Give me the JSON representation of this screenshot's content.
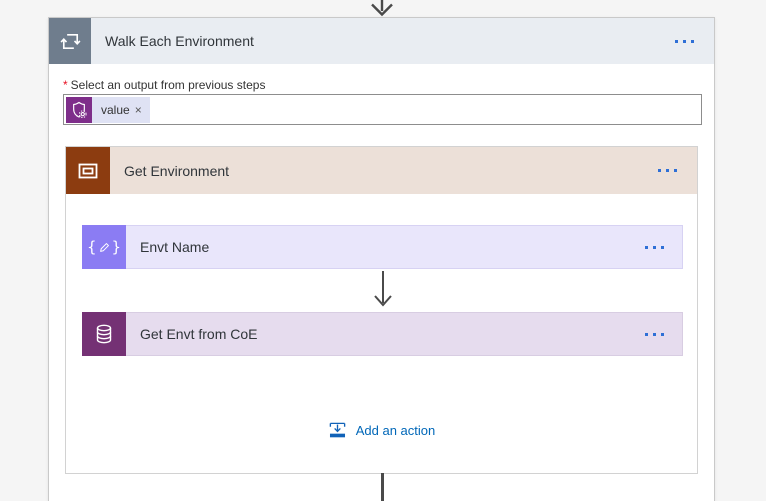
{
  "page": {
    "background": "#f5f5f5",
    "connector_color": "#4a4a4a"
  },
  "loop_card": {
    "title": "Walk Each Environment",
    "icon": "loop-icon",
    "icon_bg": "#6f7d8d",
    "header_bg": "#e9edf2",
    "menu_icon": "ellipsis-icon",
    "menu_dot_color": "#2e6fd6",
    "parameter": {
      "required_marker": "*",
      "label": "Select an output from previous steps",
      "token": {
        "icon": "power-platform-admin-shield-icon",
        "icon_bg": "#7e2e8a",
        "label": "value",
        "remove_glyph": "×"
      }
    }
  },
  "scope_card": {
    "title": "Get Environment",
    "icon": "scope-icon",
    "icon_bg": "#8c3c10",
    "header_bg": "#ece0d8",
    "menu_icon": "ellipsis-icon",
    "actions": [
      {
        "title": "Envt Name",
        "icon": "compose-braces-pencil-icon",
        "icon_bg": "#8b7cf3",
        "row_bg": "#e9e6fb",
        "menu_icon": "ellipsis-icon"
      },
      {
        "title": "Get Envt from CoE",
        "icon": "database-icon",
        "icon_bg": "#743174",
        "row_bg": "#e6dcee",
        "menu_icon": "ellipsis-icon"
      }
    ],
    "add_action": {
      "label": "Add an action",
      "icon": "add-action-icon",
      "color": "#0067b8"
    }
  }
}
